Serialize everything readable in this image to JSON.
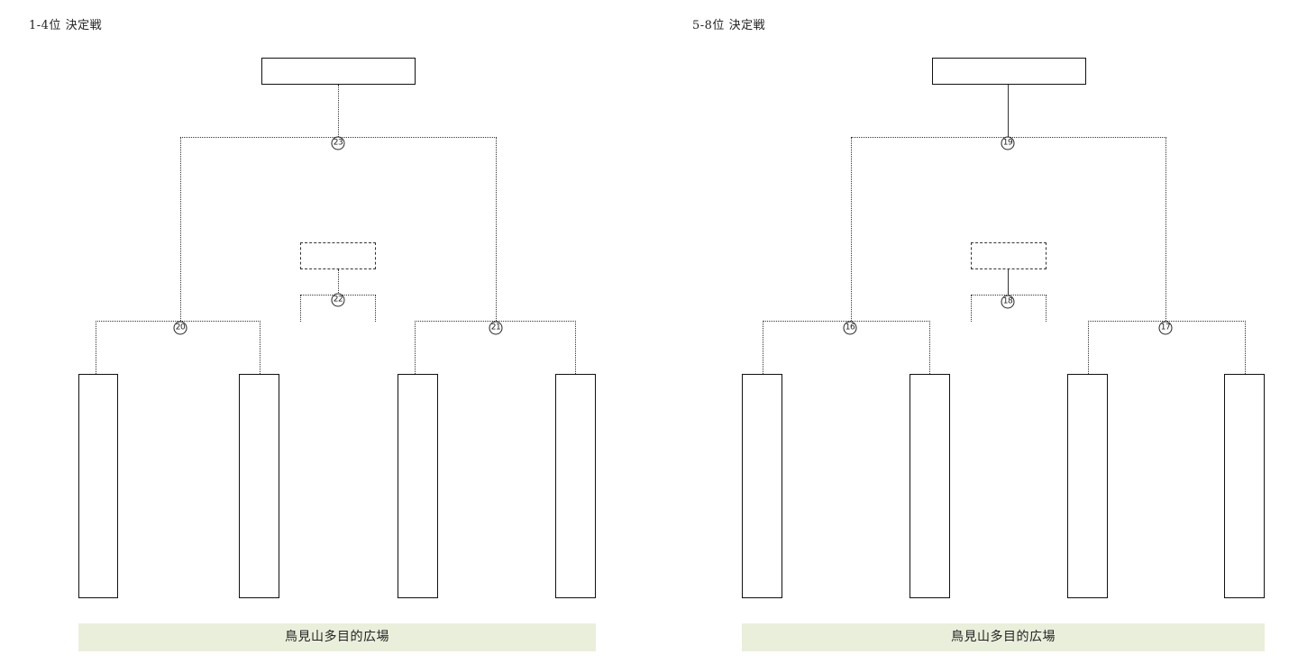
{
  "brackets": [
    {
      "title": "1-4位 決定戦",
      "final_match": "23",
      "semi_left_match": "20",
      "semi_right_match": "21",
      "placement_match": "22",
      "venue": "鳥見山多目的広場"
    },
    {
      "title": "5-8位 決定戦",
      "final_match": "19",
      "semi_left_match": "16",
      "semi_right_match": "17",
      "placement_match": "18",
      "venue": "鳥見山多目的広場"
    }
  ]
}
